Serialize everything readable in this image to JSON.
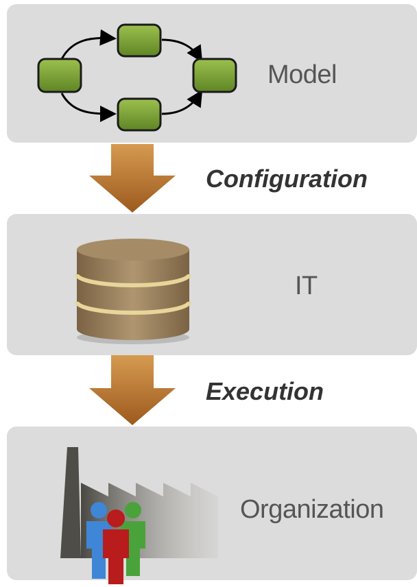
{
  "layers": [
    {
      "label": "Model",
      "icon": "process-model-icon"
    },
    {
      "label": "IT",
      "icon": "database-icon"
    },
    {
      "label": "Organization",
      "icon": "factory-people-icon"
    }
  ],
  "transitions": [
    {
      "label": "Configuration"
    },
    {
      "label": "Execution"
    }
  ],
  "colors": {
    "panel": "#dcdcdc",
    "arrow": "#b8742e",
    "node": "#7ea03a",
    "db": "#9b8160"
  }
}
